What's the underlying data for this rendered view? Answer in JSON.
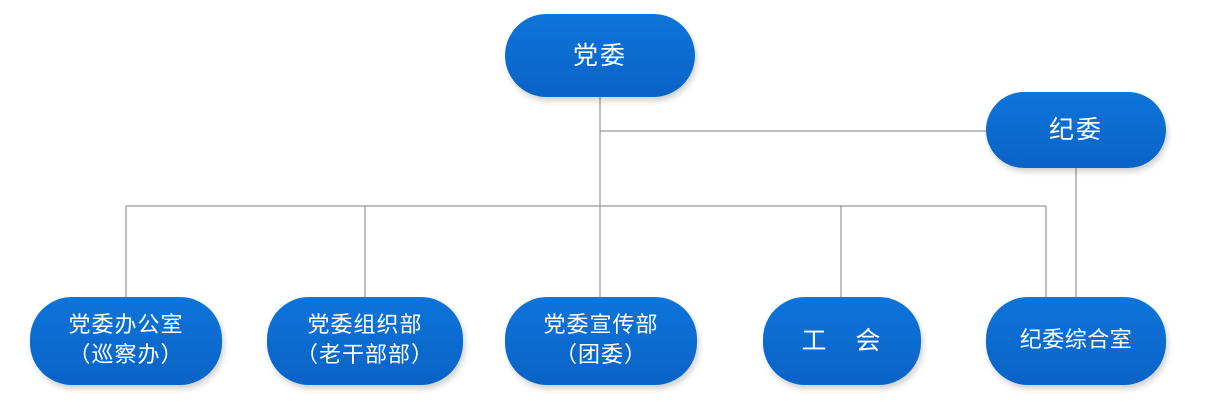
{
  "colors": {
    "node-fill-top": "#0d74da",
    "node-fill-bottom": "#0a63c6",
    "node-text": "#ffffff",
    "line-color": "#808080",
    "background": "#ffffff"
  },
  "diagram": {
    "type": "org-chart",
    "nodes": {
      "party_committee": {
        "label": "党委"
      },
      "discipline_committee": {
        "label": "纪委"
      },
      "party_office": {
        "line1": "党委办公室",
        "line2": "（巡察办）"
      },
      "organization_dept": {
        "line1": "党委组织部",
        "line2": "（老干部部）"
      },
      "propaganda_dept": {
        "line1": "党委宣传部",
        "line2": "（团委）"
      },
      "labor_union": {
        "label": "工　会"
      },
      "discipline_office": {
        "label": "纪委综合室"
      }
    }
  }
}
